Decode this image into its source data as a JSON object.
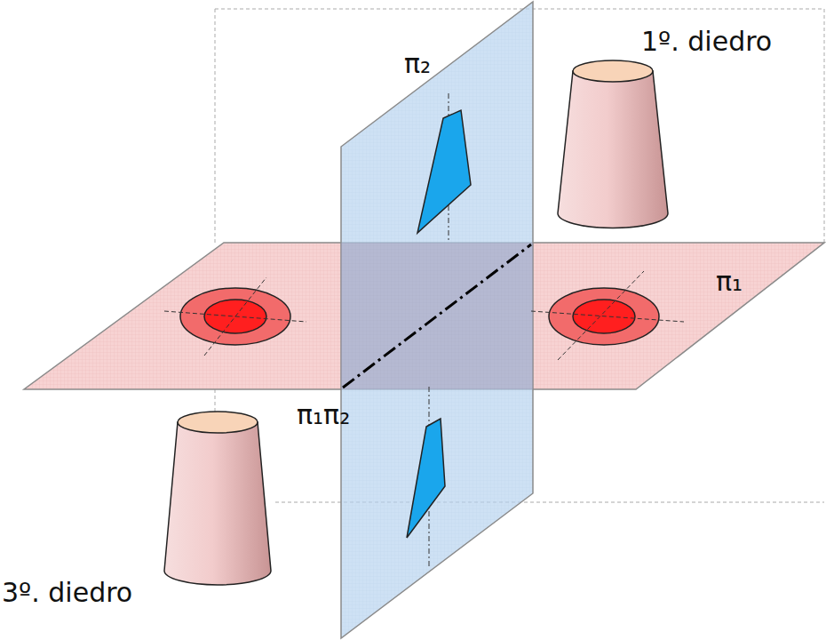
{
  "diagram": {
    "labels": [
      "1º. diedro",
      "π₂",
      "π₁",
      "π₁π₂",
      "3º. diedro"
    ]
  }
}
